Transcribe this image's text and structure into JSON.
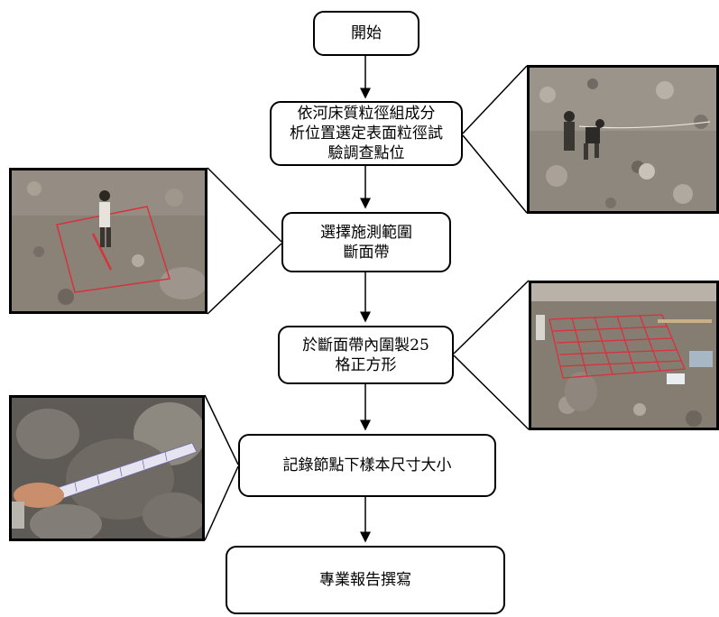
{
  "flowchart": {
    "steps": [
      {
        "id": "start",
        "label": "開始"
      },
      {
        "id": "select-site",
        "label": "依河床質粒徑組成分\n析位置選定表面粒徑試\n驗調查點位"
      },
      {
        "id": "select-section",
        "label": "選擇施測範圍\n斷面帶"
      },
      {
        "id": "grid",
        "label": "於斷面帶內圍製25\n格正方形"
      },
      {
        "id": "record",
        "label": "記錄節點下樣本尺寸大小"
      },
      {
        "id": "report",
        "label": "專業報告撰寫"
      }
    ],
    "photos": [
      {
        "name": "survey-site-photo",
        "depicts": "select-site"
      },
      {
        "name": "section-band-photo",
        "depicts": "select-section"
      },
      {
        "name": "grid-photo",
        "depicts": "grid"
      },
      {
        "name": "sample-measure-photo",
        "depicts": "record"
      }
    ]
  },
  "colors": {
    "line": "#000000",
    "rock": "#8d857c",
    "rope": "#d8323c"
  }
}
